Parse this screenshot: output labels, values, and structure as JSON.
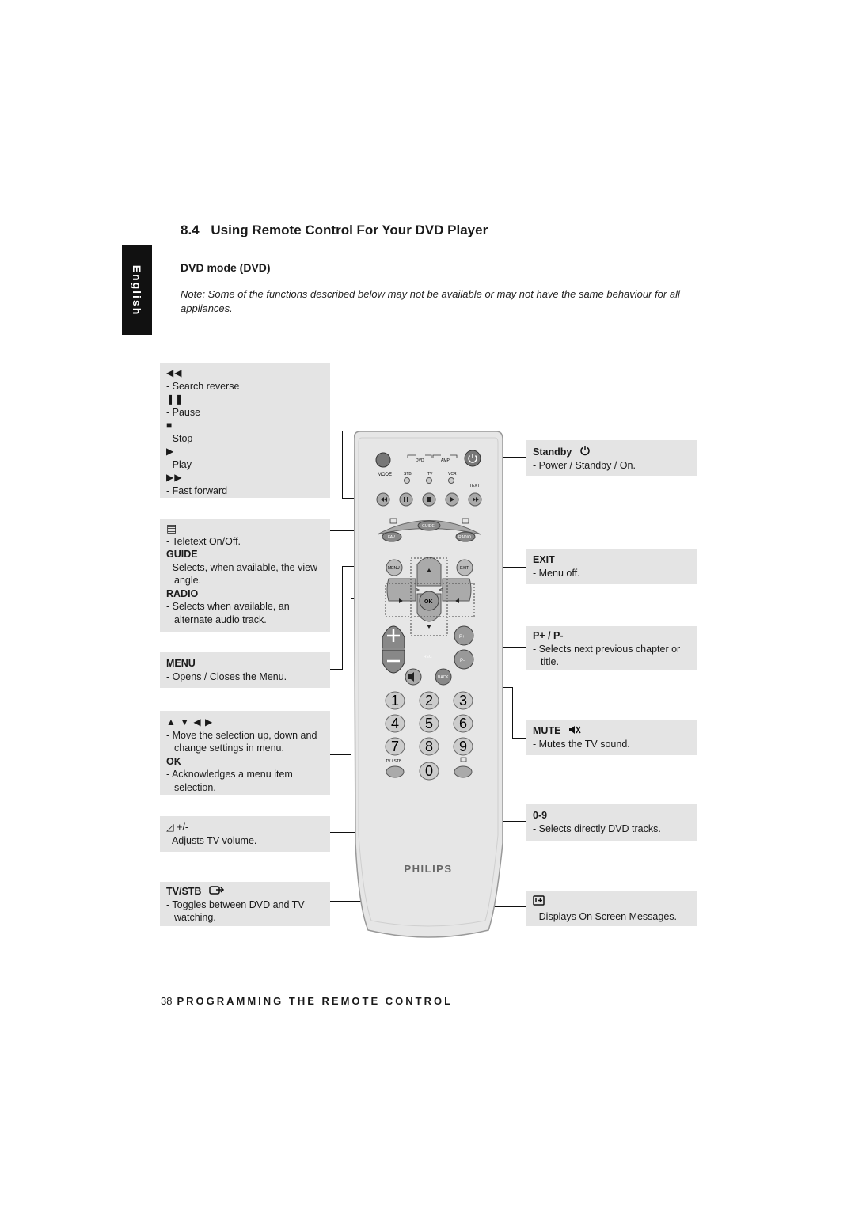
{
  "section": {
    "number": "8.4",
    "title": "Using Remote Control For Your DVD Player"
  },
  "language_tab": "English",
  "subtitle": "DVD mode (DVD)",
  "note": "Note: Some of the functions described below may not be available or may not have the same behaviour for all appliances.",
  "left_boxes": {
    "transport": [
      {
        "symbol": "◀◀",
        "desc": "- Search reverse"
      },
      {
        "symbol": "❚❚",
        "desc": "- Pause"
      },
      {
        "symbol": "■",
        "desc": "- Stop"
      },
      {
        "symbol": "▶",
        "desc": "- Play"
      },
      {
        "symbol": "▶▶",
        "desc": "- Fast forward"
      }
    ],
    "teletext": {
      "symbol": "▤",
      "desc": "- Teletext On/Off.",
      "guide_label": "GUIDE",
      "guide_desc": "- Selects, when available, the view angle.",
      "radio_label": "RADIO",
      "radio_desc": "- Selects when available, an alternate audio track."
    },
    "menu": {
      "label": "MENU",
      "desc": "- Opens / Closes  the Menu."
    },
    "nav": {
      "symbol": "▲ ▼ ◀ ▶",
      "desc": "- Move the selection up, down and change settings in menu.",
      "ok_label": "OK",
      "ok_desc": "- Acknowledges a menu item selection."
    },
    "volume": {
      "label": "◿ +/-",
      "desc": "- Adjusts TV volume."
    },
    "tvstb": {
      "label": "TV/STB",
      "desc": "- Toggles between DVD and TV watching."
    }
  },
  "right_boxes": {
    "standby": {
      "label": "Standby",
      "desc": "- Power / Standby / On."
    },
    "exit": {
      "label": "EXIT",
      "desc": "- Menu off."
    },
    "p": {
      "label": "P+ / P-",
      "desc": "- Selects next previous chapter or title."
    },
    "mute": {
      "label": "MUTE",
      "desc": "- Mutes the TV sound."
    },
    "digits": {
      "label": "0-9",
      "desc": "- Selects directly DVD tracks."
    },
    "osd": {
      "desc": "- Displays On Screen Messages."
    }
  },
  "remote": {
    "brand": "PHILIPS",
    "mode_label": "MODE",
    "device_labels": [
      "DVD",
      "AMP",
      "STB",
      "TV",
      "VCR"
    ],
    "text_label": "TEXT",
    "guide_label": "GUIDE",
    "fav_label": "FAV",
    "radio_label": "RADIO",
    "menu_label": "MENU",
    "exit_label": "EXIT",
    "ok_label": "OK",
    "rec_label": "REC",
    "back_label": "BACK",
    "pplus_label": "P+",
    "pminus_label": "P-",
    "tvstb_label": "TV / STB",
    "digits": [
      "1",
      "2",
      "3",
      "4",
      "5",
      "6",
      "7",
      "8",
      "9",
      "0"
    ]
  },
  "footer": {
    "page": "38",
    "section": "PROGRAMMING THE REMOTE CONTROL"
  }
}
